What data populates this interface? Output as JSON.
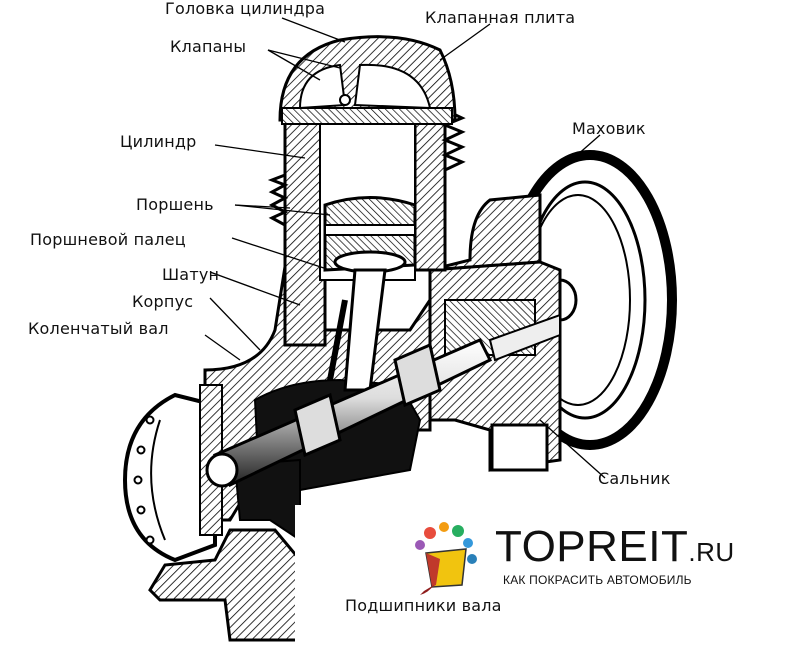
{
  "labels": {
    "cylinder_head": "Головка цилиндра",
    "valve_plate": "Клапанная плита",
    "valves": "Клапаны",
    "cylinder": "Цилиндр",
    "flywheel": "Маховик",
    "piston": "Поршень",
    "piston_pin": "Поршневой палец",
    "connecting_rod": "Шатун",
    "housing": "Корпус",
    "crankshaft": "Коленчатый вал",
    "oil_seal": "Сальник",
    "shaft_bearings": "Подшипники вала"
  },
  "watermark": {
    "brand": "TOPREIT",
    "domain": ".RU",
    "tagline": "КАК ПОКРАСИТЬ АВТОМОБИЛЬ"
  }
}
